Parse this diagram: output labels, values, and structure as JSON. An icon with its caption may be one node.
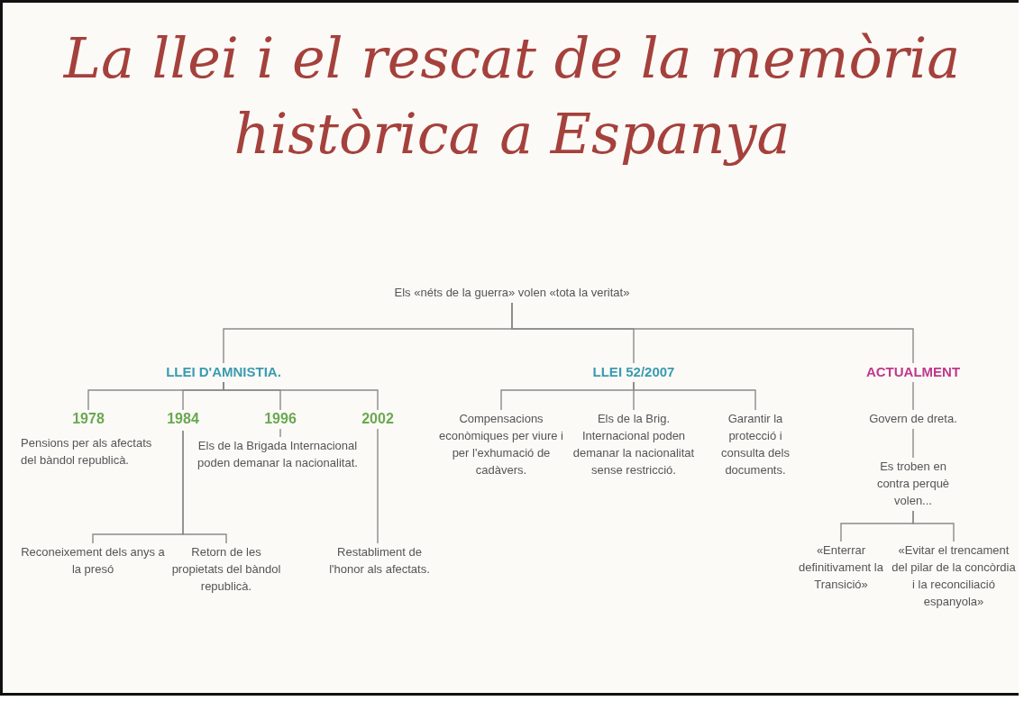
{
  "diagram": {
    "title": "La llei i el rescat de la memòria històrica a Espanya",
    "nodes": [
      {
        "text": [
          "Els «néts de la guerra» volen «tota la veritat»"
        ]
      },
      {
        "text": [
          "LLEI D'AMNISTIA."
        ]
      },
      {
        "text": [
          "LLEI 52/2007"
        ]
      },
      {
        "text": [
          "ACTUALMENT"
        ]
      },
      {
        "text": [
          "1978"
        ],
        "beside": [
          "Pensions per als afectats del bàndol republicà."
        ]
      },
      {
        "text": [
          "1984"
        ]
      },
      {
        "text": [
          "1996"
        ]
      },
      {
        "text": [
          "2002"
        ]
      },
      {
        "text": [
          "Els de la Brigada Internacional poden demanar la nacionalitat."
        ]
      },
      {
        "text": [
          "Reconeixement dels anys a la presó"
        ]
      },
      {
        "text": [
          "Retorn de les propietats del bàndol republicà."
        ]
      },
      {
        "text": [
          "Restabliment de l'honor als afectats."
        ]
      },
      {
        "text": [
          "Compensacions econòmiques per viure i per l'exhumació de cadàvers."
        ]
      },
      {
        "text": [
          "Els de la Brig. Internacional poden demanar la nacionalitat sense restricció."
        ]
      },
      {
        "text": [
          "Garantir la protecció i consulta dels documents."
        ]
      },
      {
        "text": [
          "Govern de dreta."
        ]
      },
      {
        "text": [
          "Es troben en contra perquè volen..."
        ]
      },
      {
        "text": [
          "«Enterrar definitivament la Transició»"
        ]
      },
      {
        "text": [
          "«Evitar el trencament del pilar de la concòrdia i la reconciliació espanyola»"
        ]
      }
    ],
    "edges": [
      {
        "from": 0,
        "to": 1,
        "arrow": "none"
      },
      {
        "from": 0,
        "to": 2,
        "arrow": "none"
      },
      {
        "from": 0,
        "to": 3,
        "arrow": "none"
      },
      {
        "from": 1,
        "to": 4,
        "arrow": "none"
      },
      {
        "from": 1,
        "to": 5,
        "arrow": "none"
      },
      {
        "from": 1,
        "to": 6,
        "arrow": "none"
      },
      {
        "from": 1,
        "to": 7,
        "arrow": "none"
      },
      {
        "from": 6,
        "to": 8,
        "arrow": "none"
      },
      {
        "from": 5,
        "to": 9,
        "arrow": "none"
      },
      {
        "from": 5,
        "to": 10,
        "arrow": "none"
      },
      {
        "from": 7,
        "to": 11,
        "arrow": "none"
      },
      {
        "from": 2,
        "to": 12,
        "arrow": "none"
      },
      {
        "from": 2,
        "to": 13,
        "arrow": "none"
      },
      {
        "from": 2,
        "to": 14,
        "arrow": "none"
      },
      {
        "from": 3,
        "to": 15,
        "arrow": "none"
      },
      {
        "from": 15,
        "to": 16,
        "arrow": "none"
      },
      {
        "from": 16,
        "to": 17,
        "arrow": "none"
      },
      {
        "from": 16,
        "to": 18,
        "arrow": "none"
      }
    ]
  }
}
